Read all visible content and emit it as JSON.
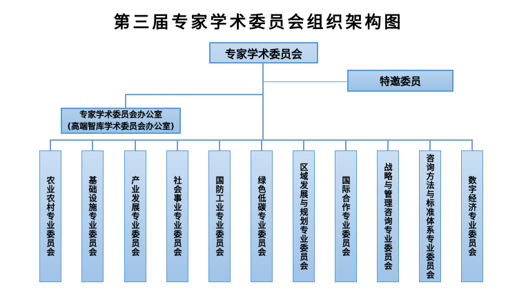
{
  "title": "第三届专家学术委员会组织架构图",
  "colors": {
    "box_border": "#5B9BD5",
    "box_fill_light": "#BDD7EE",
    "box_fill_medium": "#9CC2E6",
    "connector": "#6D9FD3"
  },
  "root": {
    "label": "专家学术委员会"
  },
  "invited": {
    "label": "特邀委员"
  },
  "office": {
    "line1": "专家学术委员会办公室",
    "line2": "(高端智库学术委员会办公室)"
  },
  "committees": [
    {
      "label": "农业农村专业委员会"
    },
    {
      "label": "基础设施专业委员会"
    },
    {
      "label": "产业发展专业委员会"
    },
    {
      "label": "社会事业专业委员会"
    },
    {
      "label": "国防工业专业委员会"
    },
    {
      "label": "绿色低碳专业委员会"
    },
    {
      "label": "区域发展与规划专业委员会"
    },
    {
      "label": "国际合作专业委员会"
    },
    {
      "label": "战略与管理咨询专业委员会"
    },
    {
      "label": "咨询方法与标准体系专业委员会"
    },
    {
      "label": "数字经济专业委员会"
    }
  ]
}
